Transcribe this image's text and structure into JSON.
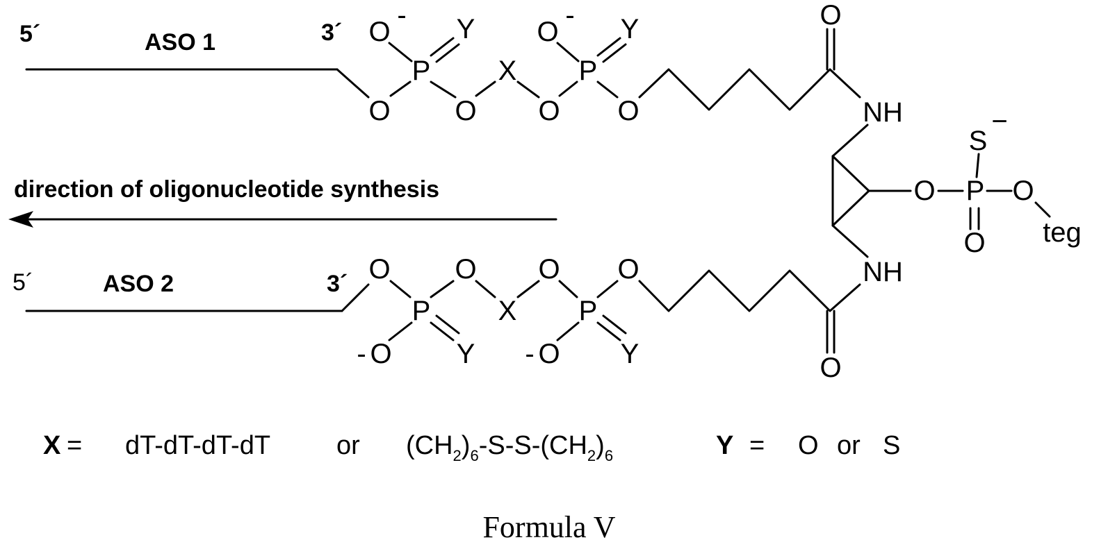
{
  "strands": {
    "aso1": {
      "five_prime": "5´",
      "name": "ASO 1",
      "three_prime": "3´"
    },
    "aso2": {
      "five_prime": "5´",
      "name": "ASO 2",
      "three_prime": "3´"
    }
  },
  "direction_label": "direction of oligonucleotide synthesis",
  "atoms": {
    "O": "O",
    "P": "P",
    "X": "X",
    "Y": "Y",
    "NH": "NH",
    "S": "S",
    "teg": "teg",
    "minus": "-",
    "minus_s": "−"
  },
  "legend": {
    "x_symbol": "X",
    "equals": "=",
    "x_option_1": "dT-dT-dT-dT",
    "or": "or",
    "ch2": "(CH",
    "two": "2",
    "close_paren": ")",
    "six": "6",
    "ss": "-S-S-",
    "y_symbol": "Y",
    "y_option_1": "O",
    "y_option_2": "S"
  },
  "caption": "Formula V"
}
